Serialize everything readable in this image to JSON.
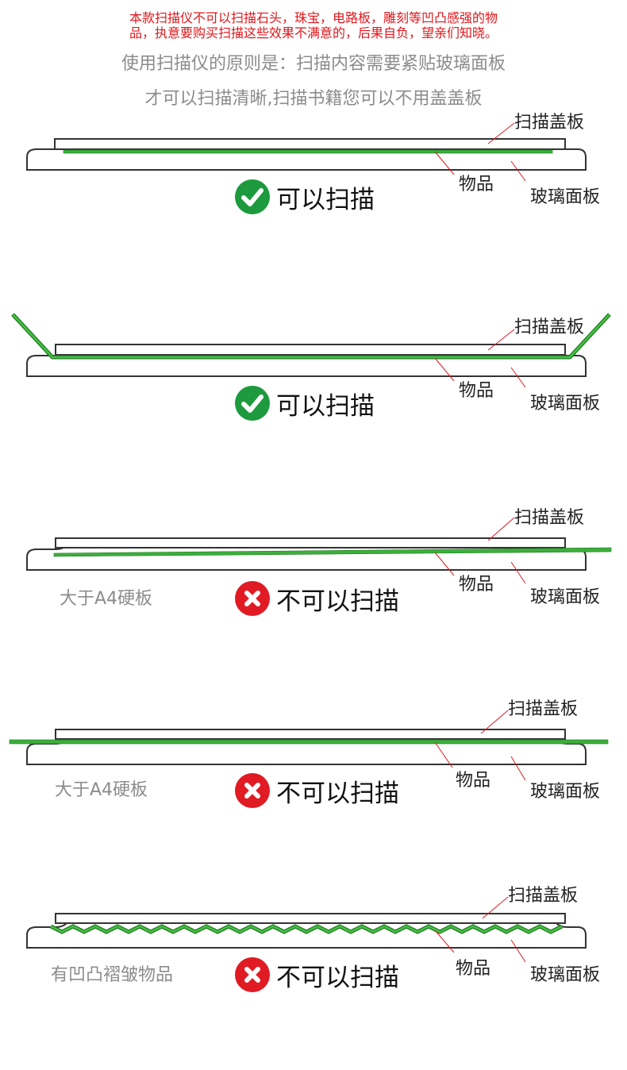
{
  "warning": {
    "line1": "本款扫描仪不可以扫描石头，珠宝，电路板，雕刻等凹凸感强的物",
    "line2": "品，执意要购买扫描这些效果不满意的，后果自负，望亲们知晓。",
    "color": "#e0161b"
  },
  "principle": {
    "line1": "使用扫描仪的原则是：扫描内容需要紧贴玻璃面板",
    "line2": "才可以扫描清晰,扫描书籍您可以不用盖盖板",
    "color": "#8c8c8c"
  },
  "colors": {
    "item_green": "#3cae3c",
    "ok_badge": "#1d9a3d",
    "no_badge": "#e01b24",
    "outline": "#333333"
  },
  "diagrams": [
    {
      "labels": {
        "cover": "扫描盖板",
        "item": "物品",
        "glass": "玻璃面板"
      },
      "side_note": "",
      "verdict": {
        "icon": "check-icon",
        "text": "可以扫描",
        "allowed": true
      }
    },
    {
      "labels": {
        "cover": "扫描盖板",
        "item": "物品",
        "glass": "玻璃面板"
      },
      "side_note": "",
      "verdict": {
        "icon": "check-icon",
        "text": "可以扫描",
        "allowed": true
      }
    },
    {
      "labels": {
        "cover": "扫描盖板",
        "item": "物品",
        "glass": "玻璃面板"
      },
      "side_note": "大于A4硬板",
      "verdict": {
        "icon": "cross-icon",
        "text": "不可以扫描",
        "allowed": false
      }
    },
    {
      "labels": {
        "cover": "扫描盖板",
        "item": "物品",
        "glass": "玻璃面板"
      },
      "side_note": "大于A4硬板",
      "verdict": {
        "icon": "cross-icon",
        "text": "不可以扫描",
        "allowed": false
      }
    },
    {
      "labels": {
        "cover": "扫描盖板",
        "item": "物品",
        "glass": "玻璃面板"
      },
      "side_note": "有凹凸褶皱物品",
      "verdict": {
        "icon": "cross-icon",
        "text": "不可以扫描",
        "allowed": false
      }
    }
  ]
}
